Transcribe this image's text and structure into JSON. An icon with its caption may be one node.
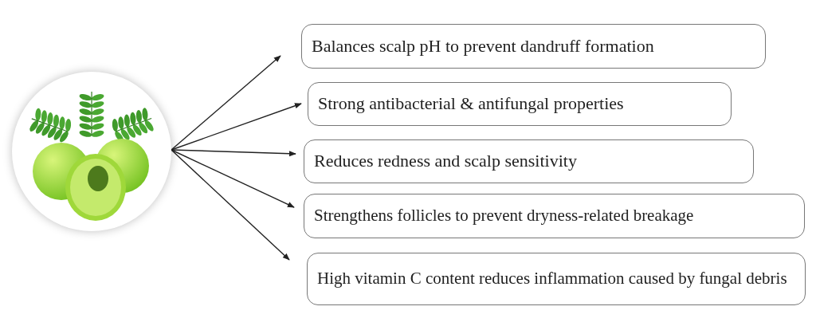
{
  "diagram": {
    "nodes": [
      {
        "text": [],
        "shape": "picture"
      },
      {
        "text": [
          "Balances scalp pH to prevent dandruff formation"
        ]
      },
      {
        "text": [
          "Strong antibacterial & antifungal properties"
        ]
      },
      {
        "text": [
          "Reduces redness and scalp sensitivity"
        ]
      },
      {
        "text": [
          "Strengthens follicles to prevent dryness-related breakage"
        ]
      },
      {
        "text": [
          "High vitamin C content reduces inflammation caused by fungal debris"
        ]
      }
    ],
    "edges": [
      {
        "from": 0,
        "to": 1,
        "arrow": "to"
      },
      {
        "from": 0,
        "to": 2,
        "arrow": "to"
      },
      {
        "from": 0,
        "to": 3,
        "arrow": "to"
      },
      {
        "from": 0,
        "to": 4,
        "arrow": "to"
      },
      {
        "from": 0,
        "to": 5,
        "arrow": "to"
      }
    ]
  }
}
